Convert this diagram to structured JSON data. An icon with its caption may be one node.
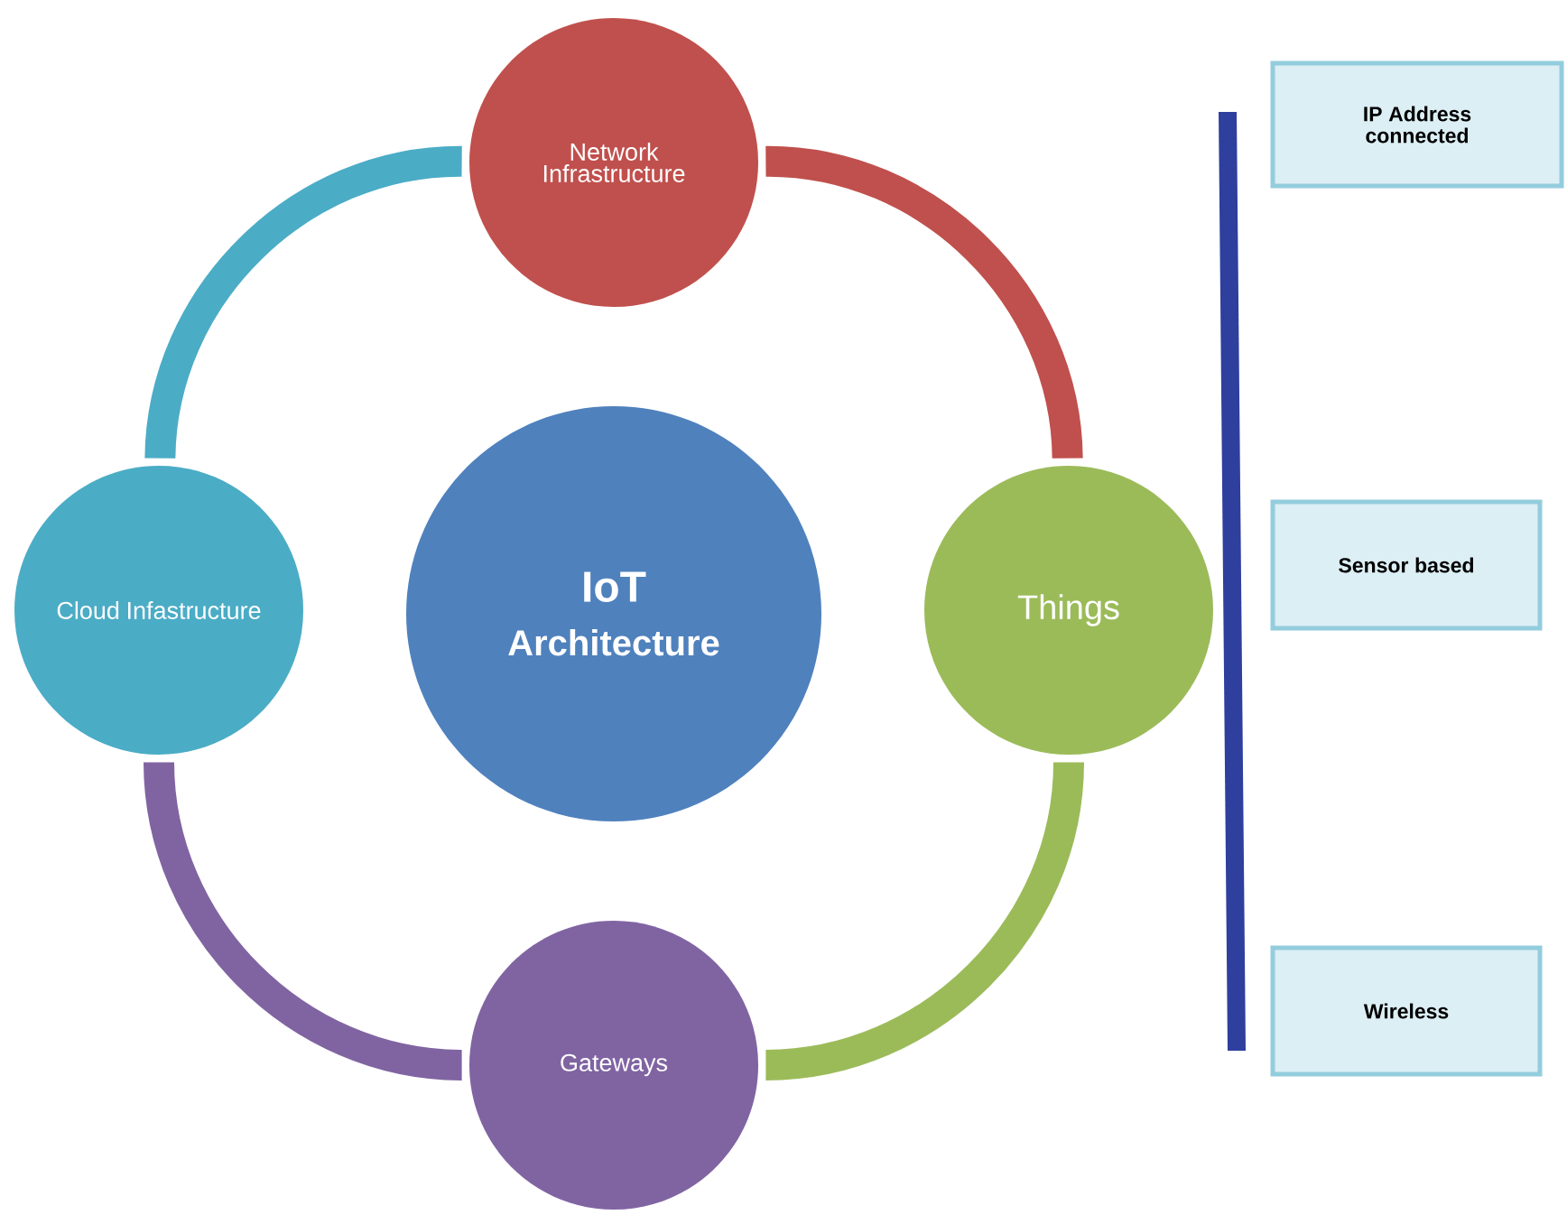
{
  "diagram": {
    "nodes": [
      {
        "text": [
          "IoT",
          "Architecture"
        ]
      },
      {
        "text": [
          "Network Infrastructure"
        ]
      },
      {
        "text": [
          "Things"
        ]
      },
      {
        "text": [
          "Gateways"
        ]
      },
      {
        "text": [
          "Cloud Infastructure"
        ]
      },
      {
        "text": [
          "IP Address connected"
        ]
      },
      {
        "text": [
          "Sensor based"
        ]
      },
      {
        "text": [
          "Wireless"
        ]
      }
    ],
    "edges": [
      {
        "from": 4,
        "to": 1,
        "arrow": "none",
        "color": "#4bacc6"
      },
      {
        "from": 1,
        "to": 2,
        "arrow": "none",
        "color": "#c0504d"
      },
      {
        "from": 2,
        "to": 3,
        "arrow": "none",
        "color": "#9bbb59"
      },
      {
        "from": 3,
        "to": 4,
        "arrow": "none",
        "color": "#8064a2"
      }
    ]
  }
}
